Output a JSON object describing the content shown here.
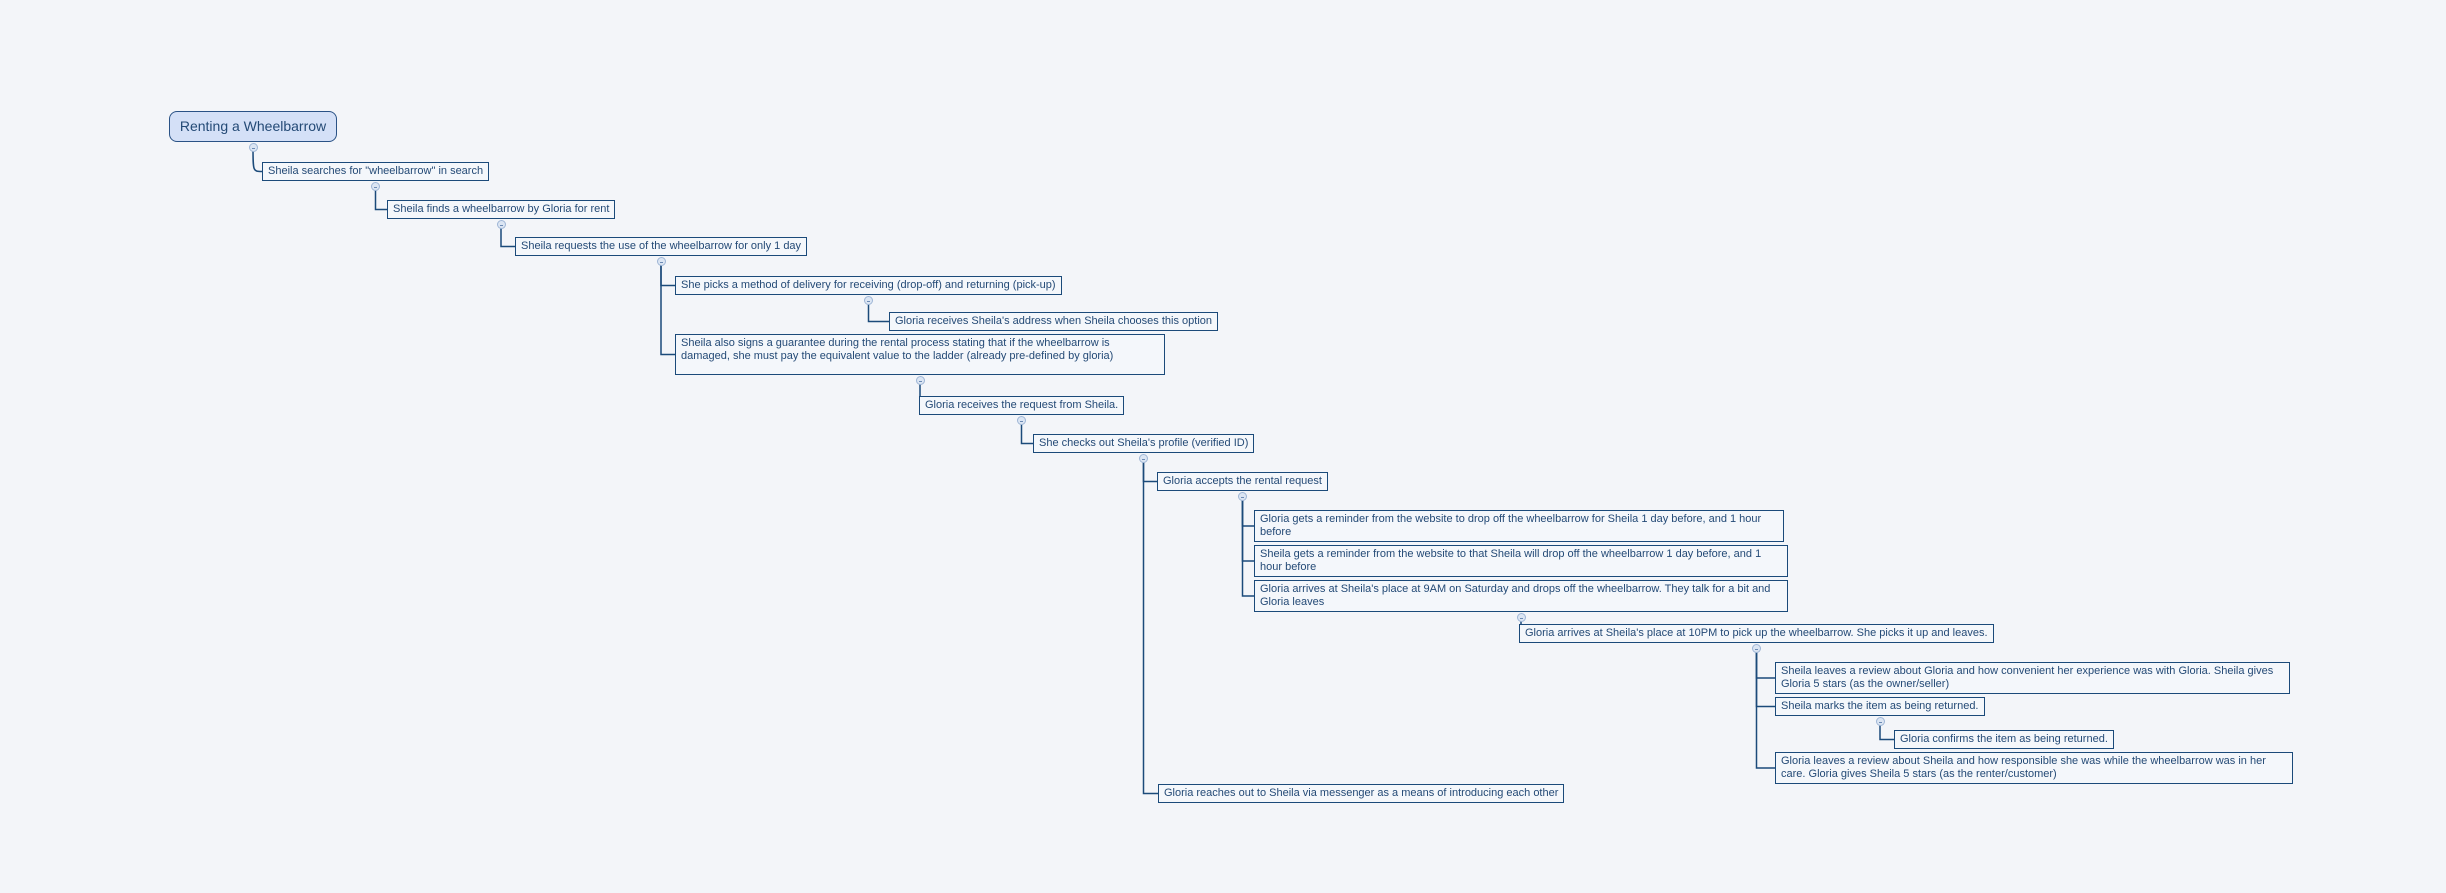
{
  "title": "Renting a Wheelbarrow",
  "colors": {
    "background": "#f3f5f9",
    "node_border": "#1b4a7a",
    "text": "#244a76",
    "root_fill": "#d4e0f7",
    "connector": "#1b4a7a"
  },
  "nodes": [
    {
      "id": "n1",
      "parent": "root",
      "text": "Sheila searches for \"wheelbarrow\" in search"
    },
    {
      "id": "n2",
      "parent": "n1",
      "text": "Sheila finds a wheelbarrow by Gloria for rent"
    },
    {
      "id": "n3",
      "parent": "n2",
      "text": "Sheila requests the use of the wheelbarrow for only 1 day"
    },
    {
      "id": "n4",
      "parent": "n3",
      "text": "She picks a method of delivery for receiving (drop-off) and returning (pick-up)"
    },
    {
      "id": "n5",
      "parent": "n4",
      "text": "Gloria receives Sheila's address when Sheila chooses this option"
    },
    {
      "id": "n6",
      "parent": "n3",
      "text": "Sheila also signs a guarantee during the rental process stating that if the wheelbarrow is damaged, she must pay the equivalent value to the ladder (already pre-defined by gloria)"
    },
    {
      "id": "n7",
      "parent": "n6",
      "text": "Gloria receives the request from Sheila."
    },
    {
      "id": "n8",
      "parent": "n7",
      "text": "She checks out Sheila's profile (verified ID)"
    },
    {
      "id": "n9",
      "parent": "n8",
      "text": "Gloria accepts the rental request"
    },
    {
      "id": "n10",
      "parent": "n9",
      "text": "Gloria gets a reminder from the website to drop off the wheelbarrow for Sheila 1 day before, and 1 hour before"
    },
    {
      "id": "n11",
      "parent": "n9",
      "text": "Sheila gets a reminder from the website to that Sheila will drop off the wheelbarrow 1 day before, and 1 hour before"
    },
    {
      "id": "n12",
      "parent": "n9",
      "text": "Gloria arrives at Sheila's place at 9AM on Saturday and drops off the wheelbarrow. They talk for a bit and Gloria leaves"
    },
    {
      "id": "n13",
      "parent": "n12",
      "text": "Gloria arrives at Sheila's place at 10PM to pick up the wheelbarrow. She picks it up and leaves."
    },
    {
      "id": "n14",
      "parent": "n13",
      "text": "Sheila leaves a review about Gloria and how convenient her experience was with Gloria. Sheila gives Gloria 5 stars (as the owner/seller)"
    },
    {
      "id": "n15",
      "parent": "n13",
      "text": "Sheila marks the item as being returned."
    },
    {
      "id": "n16",
      "parent": "n15",
      "text": "Gloria confirms the item as being returned."
    },
    {
      "id": "n17",
      "parent": "n13",
      "text": "Gloria leaves a review about Sheila and how responsible she was while the wheelbarrow was in her care. Gloria gives Sheila 5 stars (as the renter/customer)"
    },
    {
      "id": "n18",
      "parent": "n8",
      "text": "Gloria reaches out to Sheila via messenger as a means of introducing each other"
    }
  ]
}
